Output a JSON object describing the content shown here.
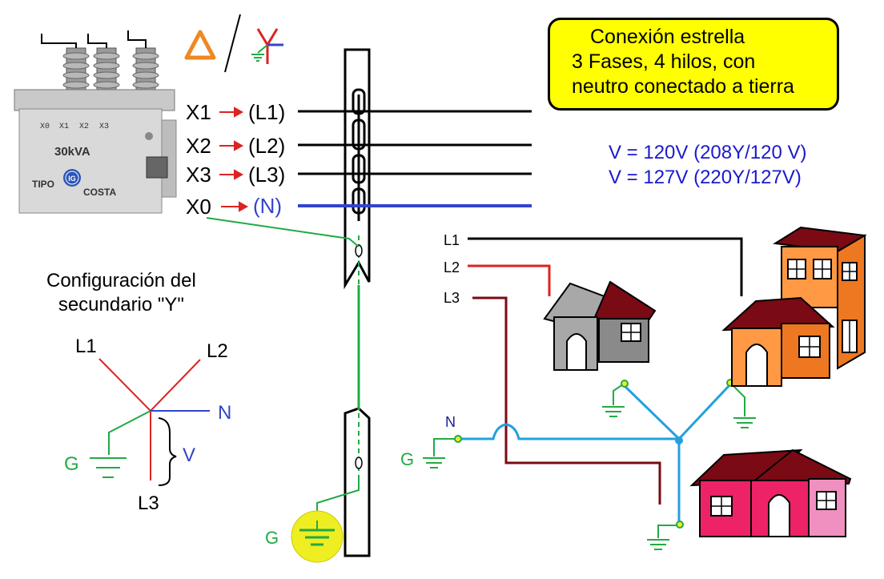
{
  "info_box": {
    "line1": "Conexión estrella",
    "line2": "3 Fases, 4 hilos,  con",
    "line3": "neutro conectado a tierra"
  },
  "voltages": {
    "v1": "V = 120V (208Y/120 V)",
    "v2": "V = 127V (220Y/127V)"
  },
  "transformer": {
    "rating": "30kVA",
    "type_label": "TIPO",
    "location_label": "COSTA",
    "brand": "IG",
    "terminals": [
      "X0",
      "X1",
      "X2",
      "X3"
    ]
  },
  "terminals": [
    {
      "x": "X1",
      "line": "(L1)"
    },
    {
      "x": "X2",
      "line": "(L2)"
    },
    {
      "x": "X3",
      "line": "(L3)"
    },
    {
      "x": "X0",
      "line": "(N)"
    }
  ],
  "config": {
    "title_line1": "Configuración del",
    "title_line2": "secundario \"Y\"",
    "l1": "L1",
    "l2": "L2",
    "l3": "L3",
    "n": "N",
    "g": "G",
    "v": "V"
  },
  "pole_ground": "G",
  "distribution": {
    "l1": "L1",
    "l2": "L2",
    "l3": "L3",
    "n": "N",
    "g": "G"
  },
  "colors": {
    "phase_l1": "#000000",
    "phase_l2": "#dd2222",
    "phase_l3": "#7a0a14",
    "neutral": "#3344cc",
    "ground": "#22aa44",
    "distribution_neutral": "#22a0dd",
    "info_box": "#ffff00",
    "voltage_text": "#1a1acc"
  }
}
